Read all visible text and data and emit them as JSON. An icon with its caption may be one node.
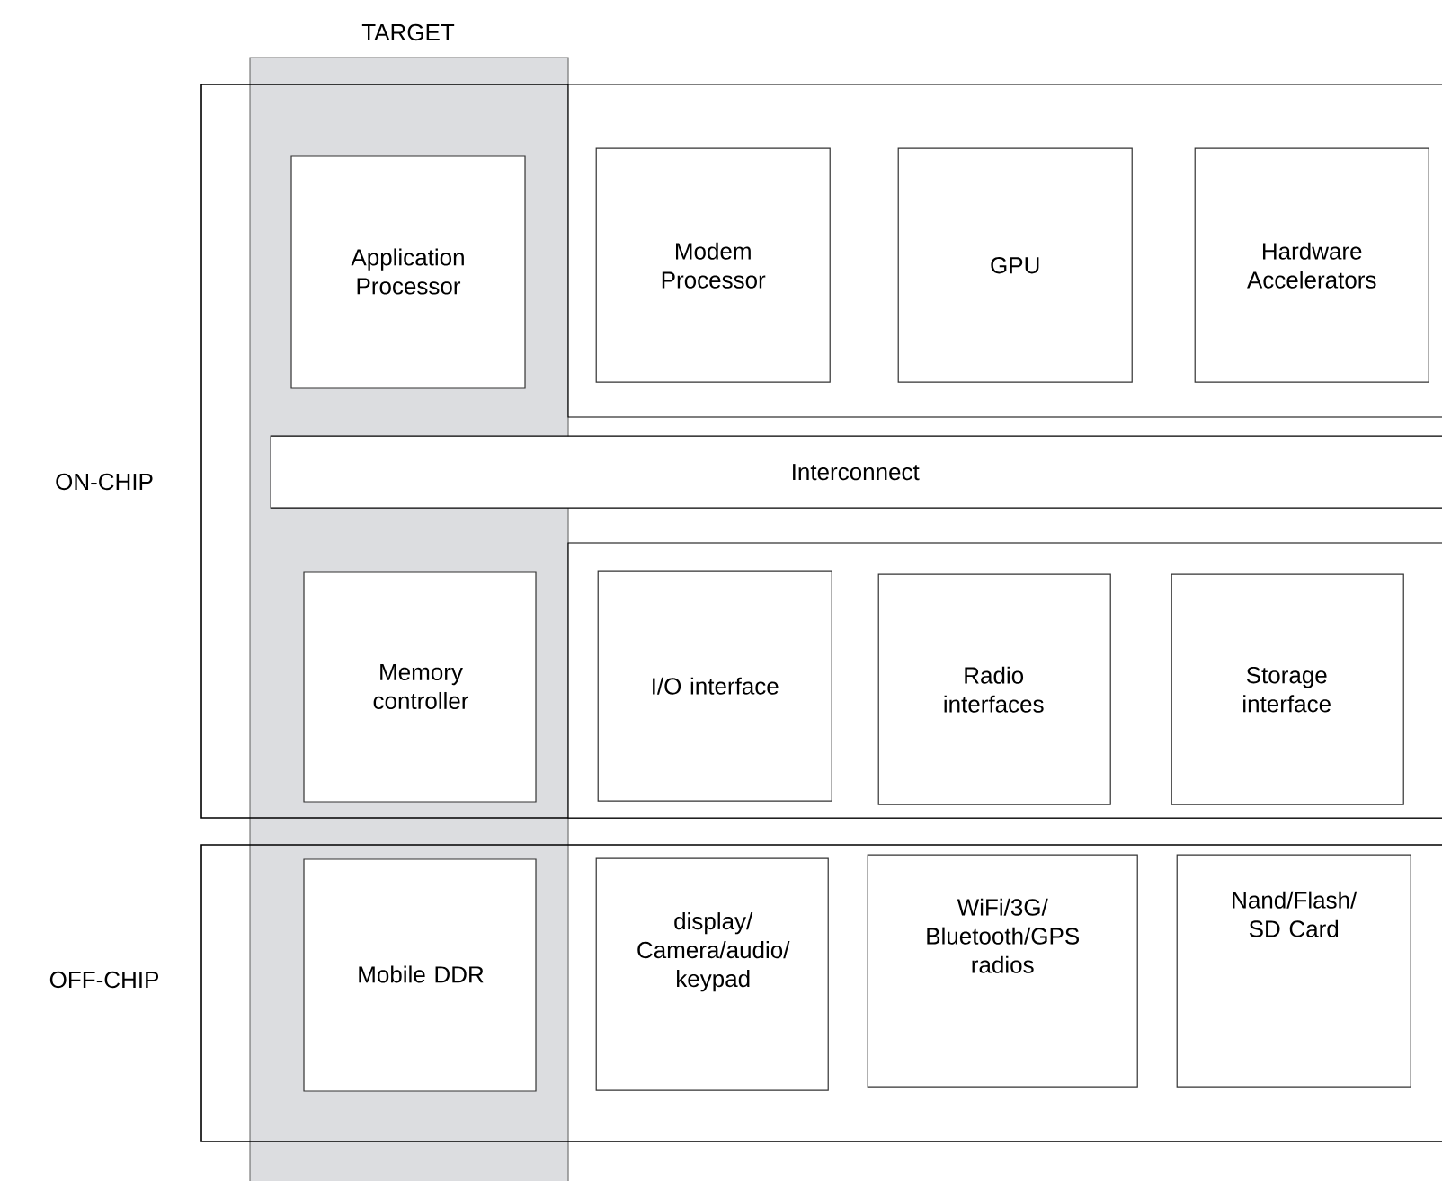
{
  "diagram": {
    "nodes": [
      {
        "text": [
          "TARGET"
        ]
      },
      {
        "text": [
          "ON-CHIP"
        ]
      },
      {
        "text": [
          "OFF-CHIP"
        ]
      },
      {
        "text": [
          "Application Processor"
        ]
      },
      {
        "text": [
          "Modem Processor"
        ],
        "in": 1
      },
      {
        "text": [
          "GPU"
        ],
        "in": 1
      },
      {
        "text": [
          "Hardware Accelerators"
        ],
        "in": 1
      },
      {
        "text": [
          "Interconnect"
        ],
        "in": 1
      },
      {
        "text": [
          "Memory controller"
        ]
      },
      {
        "text": [
          "I/O interface"
        ],
        "in": 1
      },
      {
        "text": [
          "Radio interfaces"
        ],
        "in": 1
      },
      {
        "text": [
          "Storage interface"
        ],
        "in": 1
      },
      {
        "text": [
          "Mobile DDR"
        ]
      },
      {
        "text": [
          "display/ Camera/audio/ keypad"
        ],
        "in": 2
      },
      {
        "text": [
          "WiFi/3G/ Bluetooth/GPS radios"
        ],
        "in": 2
      },
      {
        "text": [
          "Nand/Flash/ SD Card"
        ],
        "in": 2
      }
    ]
  }
}
